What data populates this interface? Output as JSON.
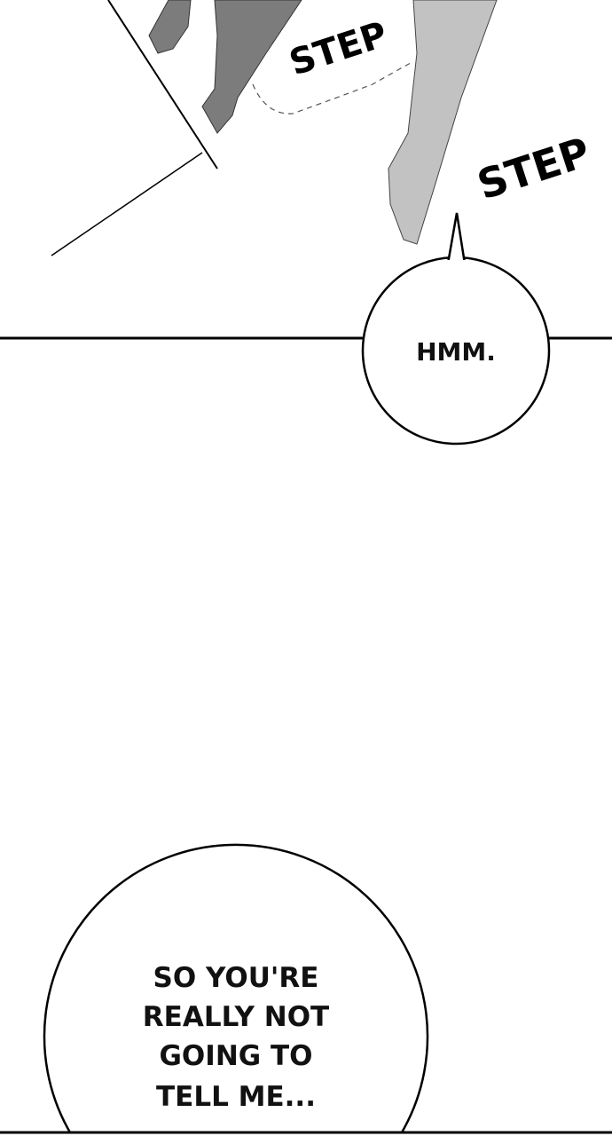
{
  "sound_effects": [
    "STEP",
    "STEP"
  ],
  "bubbles": [
    {
      "lines": [
        "HMM."
      ]
    },
    {
      "lines": [
        "SO YOU'RE",
        "REALLY NOT",
        "GOING TO",
        "TELL ME..."
      ]
    }
  ],
  "colors": {
    "dark_figure": "#7c7c7c",
    "light_figure": "#c2c2c2",
    "ink": "#000000"
  }
}
